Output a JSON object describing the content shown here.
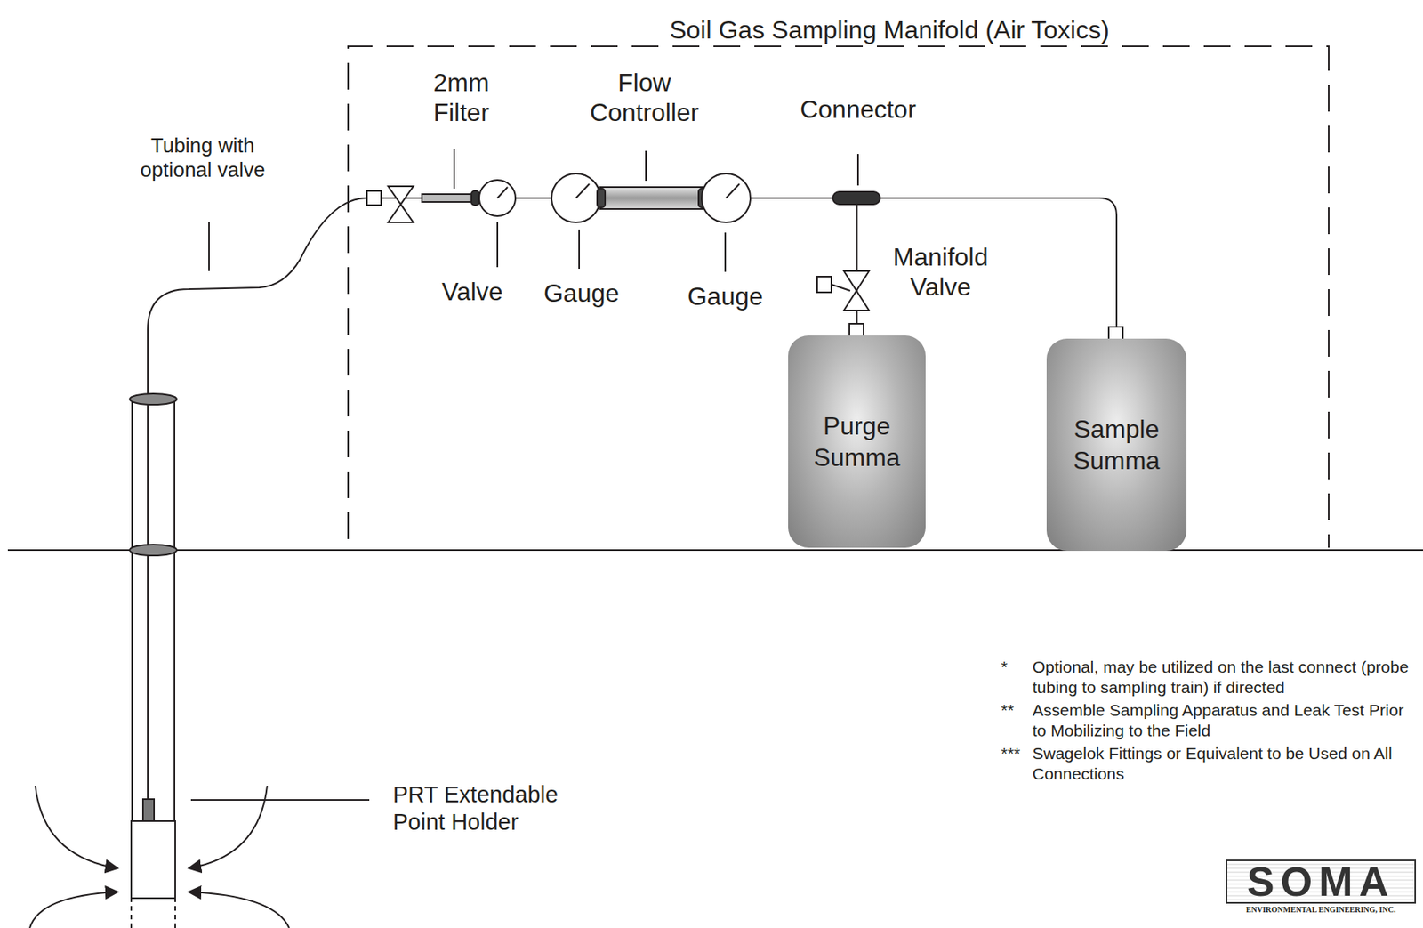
{
  "diagram": {
    "nodes": [
      {
        "text": [
          "Soil Gas Sampling Manifold (Air Toxics)"
        ]
      },
      {
        "text": [
          "Purge Summa"
        ],
        "in": 0
      },
      {
        "text": [
          "Sample Summa"
        ],
        "in": 0
      }
    ],
    "edges": [
      {
        "from": 1,
        "to": 2,
        "arrow": "none"
      }
    ],
    "labels": [
      "Tubing with optional valve",
      "2mm Filter",
      "Flow Controller",
      "Connector",
      "Valve",
      "Gauge",
      "Gauge",
      "Manifold Valve",
      "PRT Extendable Point Holder",
      "*",
      "Optional, may be utilized on the last connect (probe tubing to sampling train) if directed",
      "**",
      "Assemble Sampling Apparatus and Leak Test Prior to Mobilizing to the Field",
      "***",
      "Swagelok Fittings or Equivalent to be Used on All Connections",
      "SOMA",
      "ENVIRONMENTAL ENGINEERING, INC."
    ]
  }
}
